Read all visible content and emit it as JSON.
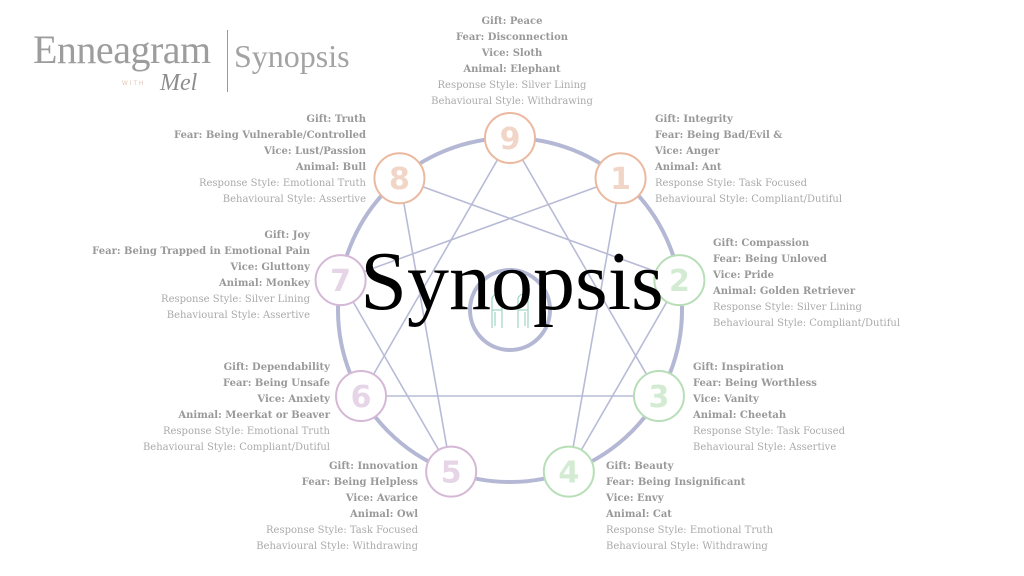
{
  "logo": {
    "main": "Enneagram",
    "with": "WITH",
    "signature": "Mel",
    "subtitle": "Synopsis"
  },
  "title": "Synopsis",
  "colors": {
    "peach": "#eab99f",
    "green": "#b8deb8",
    "purple": "#d4b8d6",
    "ring": "#b4b8d4",
    "lines": "#b8bbd6",
    "peach_num": "#f1d6c8",
    "green_num": "#d3ebd3",
    "purple_num": "#e6d5e7"
  },
  "types": [
    {
      "number": "9",
      "gift": "Gift: Peace",
      "fear": "Fear: Disconnection",
      "vice": "Vice: Sloth",
      "animal": "Animal: Elephant",
      "response": "Response Style: Silver Lining",
      "behaviour": "Behavioural Style: Withdrawing"
    },
    {
      "number": "8",
      "gift": "Gift: Truth",
      "fear": "Fear: Being Vulnerable/Controlled",
      "vice": "Vice: Lust/Passion",
      "animal": "Animal: Bull",
      "response": "Response Style: Emotional Truth",
      "behaviour": "Behavioural Style: Assertive"
    },
    {
      "number": "1",
      "gift": "Gift: Integrity",
      "fear": "Fear: Being Bad/Evil &",
      "vice": "Vice: Anger",
      "animal": "Animal: Ant",
      "response": "Response Style: Task Focused",
      "behaviour": "Behavioural Style: Compliant/Dutiful"
    },
    {
      "number": "7",
      "gift": "Gift: Joy",
      "fear": "Fear: Being Trapped in Emotional Pain",
      "vice": "Vice: Gluttony",
      "animal": "Animal: Monkey",
      "response": "Response Style: Silver Lining",
      "behaviour": "Behavioural Style: Assertive"
    },
    {
      "number": "2",
      "gift": "Gift: Compassion",
      "fear": "Fear: Being Unloved",
      "vice": "Vice: Pride",
      "animal": "Animal: Golden Retriever",
      "response": "Response Style: Silver Lining",
      "behaviour": "Behavioural Style: Compliant/Dutiful"
    },
    {
      "number": "6",
      "gift": "Gift: Dependability",
      "fear": "Fear: Being Unsafe",
      "vice": "Vice: Anxiety",
      "animal": "Animal: Meerkat or Beaver",
      "response": "Response Style: Emotional Truth",
      "behaviour": "Behavioural Style: Compliant/Dutiful"
    },
    {
      "number": "3",
      "gift": "Gift: Inspiration",
      "fear": "Fear: Being Worthless",
      "vice": "Vice: Vanity",
      "animal": "Animal: Cheetah",
      "response": "Response Style: Task Focused",
      "behaviour": "Behavioural Style: Assertive"
    },
    {
      "number": "5",
      "gift": "Gift: Innovation",
      "fear": "Fear: Being Helpless",
      "vice": "Vice: Avarice",
      "animal": "Animal: Owl",
      "response": "Response Style: Task Focused",
      "behaviour": "Behavioural Style: Withdrawing"
    },
    {
      "number": "4",
      "gift": "Gift: Beauty",
      "fear": "Fear: Being Insignificant",
      "vice": "Vice: Envy",
      "animal": "Animal: Cat",
      "response": "Response Style: Emotional Truth",
      "behaviour": "Behavioural Style: Withdrawing"
    }
  ]
}
